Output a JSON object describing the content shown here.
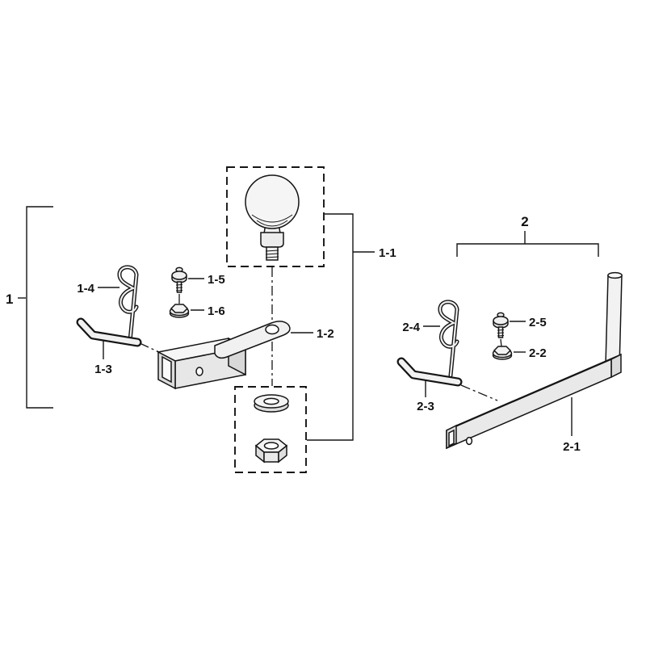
{
  "canvas": {
    "background": "#ffffff",
    "line_color": "#151515"
  },
  "assembly1": {
    "group_label": "1",
    "ball_label": "1-1",
    "mount_label": "1-2",
    "pin_label": "1-3",
    "clip_label": "1-4",
    "bolt_label": "1-5",
    "nut_label": "1-6"
  },
  "assembly2": {
    "group_label": "2",
    "tube_label": "2-1",
    "nut_label": "2-2",
    "pin_label": "2-3",
    "clip_label": "2-4",
    "bolt_label": "2-5"
  }
}
